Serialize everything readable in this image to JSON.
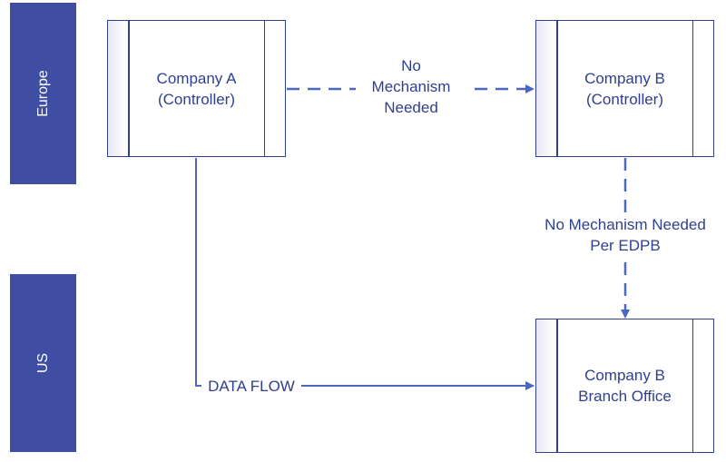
{
  "regions": {
    "europe": "Europe",
    "us": "US"
  },
  "nodes": {
    "company_a": {
      "line1": "Company A",
      "line2": "(Controller)"
    },
    "company_b": {
      "line1": "Company B",
      "line2": "(Controller)"
    },
    "branch": {
      "line1": "Company B",
      "line2": "Branch Office"
    }
  },
  "edges": {
    "a_to_b": {
      "line1": "No",
      "line2": "Mechanism",
      "line3": "Needed"
    },
    "b_to_branch": {
      "line1": "No Mechanism Needed",
      "line2": "Per EDPB"
    },
    "a_to_branch": {
      "label": "DATA FLOW"
    }
  },
  "colors": {
    "band": "#3f4da3",
    "stroke": "#4a67c4",
    "text": "#2f3f8f"
  }
}
